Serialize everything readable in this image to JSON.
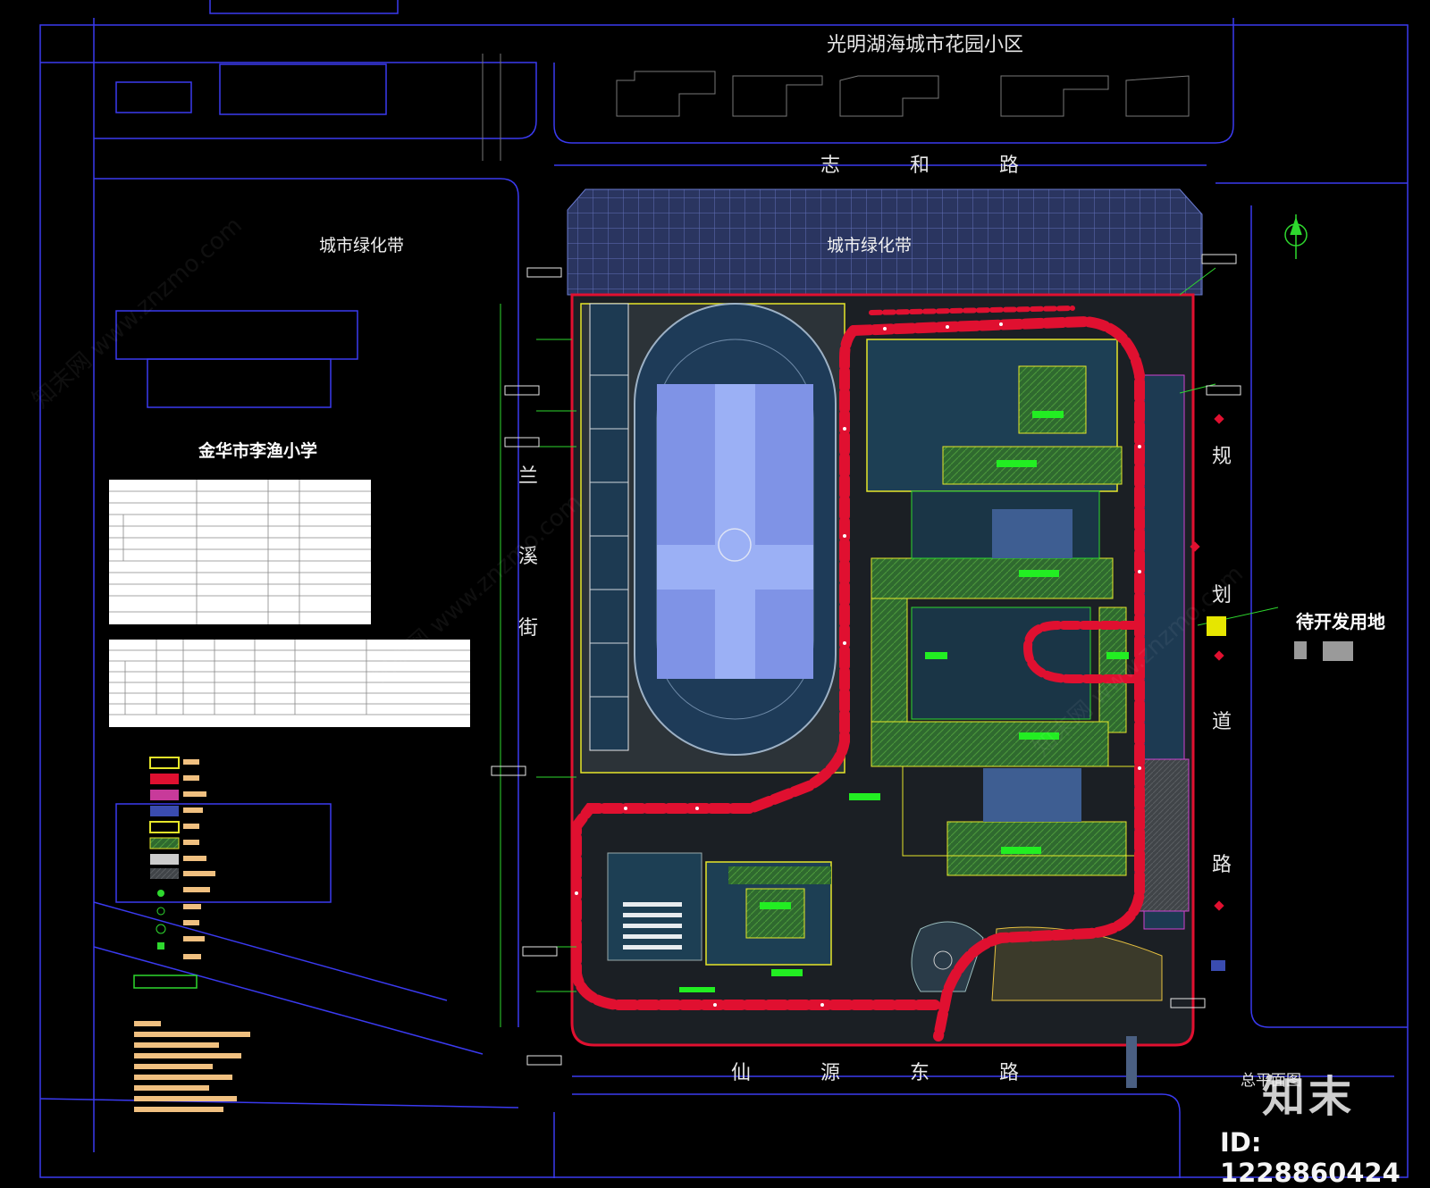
{
  "labels": {
    "north_community": "光明湖海城市花园小区",
    "road_north": [
      "志",
      "和",
      "路"
    ],
    "green_belt_west": "城市绿化带",
    "green_belt_north": "城市绿化带",
    "school_neighbor": "金华市李渔小学",
    "road_west": [
      "兰",
      "溪",
      "街"
    ],
    "road_east": [
      "规",
      "划",
      "道",
      "路"
    ],
    "future_land": "待开发用地",
    "road_south": [
      "仙",
      "源",
      "东",
      "路"
    ],
    "plan_title": "总平面图"
  },
  "branding": {
    "site_mark": "知末",
    "id_text": "ID: 1228860424",
    "watermark": "知末网 www.znzmo.com"
  },
  "colors": {
    "background": "#000000",
    "road_line": "#3a3af0",
    "plaza": "#27305a",
    "track": "#1e3b58",
    "field": "#7f93e6",
    "fire_lane": "#e01030",
    "green_roof": "#2f6a2f",
    "building": "#1d3f54",
    "outline_yellow": "#e6e62a",
    "outline_green": "#2ed82e",
    "outline_magenta": "#d040d0"
  }
}
